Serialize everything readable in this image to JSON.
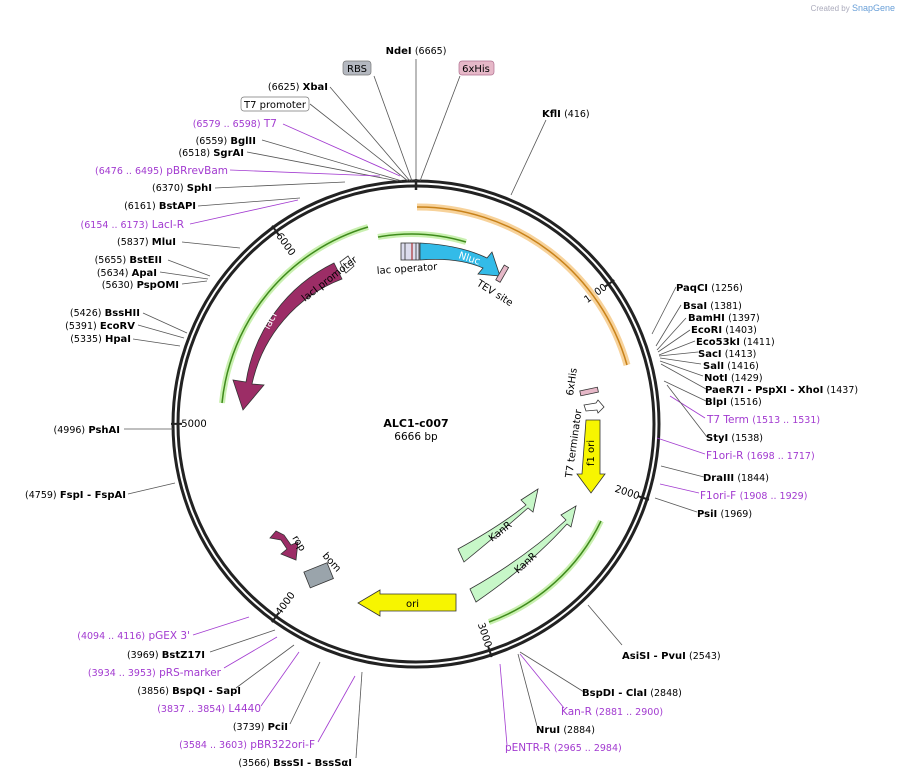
{
  "credit": {
    "prefix": "Created by",
    "brand": "SnapGene"
  },
  "plasmid": {
    "name": "ALC1-c007",
    "size": "6666 bp"
  },
  "ticks": [
    {
      "label": "1000",
      "bp": 1000
    },
    {
      "label": "2000",
      "bp": 2000
    },
    {
      "label": "3000",
      "bp": 3000
    },
    {
      "label": "4000",
      "bp": 4000
    },
    {
      "label": "5000",
      "bp": 5000
    },
    {
      "label": "6000",
      "bp": 6000
    }
  ],
  "top_tags": [
    {
      "label": "RBS",
      "color": "#b4b8c0"
    },
    {
      "label": "6xHis",
      "color": "#e6b8c8"
    },
    {
      "label": "T7 promoter",
      "color": "#ffffff"
    }
  ],
  "enzymes": [
    {
      "name": "NdeI",
      "pos": "(6665)",
      "side": "top"
    },
    {
      "name": "KflI",
      "pos": "(416)",
      "side": "right"
    },
    {
      "name": "PaqCI",
      "pos": "(1256)",
      "side": "right"
    },
    {
      "name": "BsaI",
      "pos": "(1381)",
      "side": "right"
    },
    {
      "name": "BamHI",
      "pos": "(1397)",
      "side": "right"
    },
    {
      "name": "EcoRI",
      "pos": "(1403)",
      "side": "right"
    },
    {
      "name": "Eco53kI",
      "pos": "(1411)",
      "side": "right"
    },
    {
      "name": "SacI",
      "pos": "(1413)",
      "side": "right"
    },
    {
      "name": "SalI",
      "pos": "(1416)",
      "side": "right"
    },
    {
      "name": "NotI",
      "pos": "(1429)",
      "side": "right"
    },
    {
      "name": "PaeR7I - PspXI - XhoI",
      "pos": "(1437)",
      "side": "right"
    },
    {
      "name": "BlpI",
      "pos": "(1516)",
      "side": "right"
    },
    {
      "name": "StyI",
      "pos": "(1538)",
      "side": "right"
    },
    {
      "name": "DraIII",
      "pos": "(1844)",
      "side": "right"
    },
    {
      "name": "PsiI",
      "pos": "(1969)",
      "side": "right"
    },
    {
      "name": "AsiSI - PvuI",
      "pos": "(2543)",
      "side": "right"
    },
    {
      "name": "BspDI - ClaI",
      "pos": "(2848)",
      "side": "right"
    },
    {
      "name": "NruI",
      "pos": "(2884)",
      "side": "right"
    },
    {
      "name": "XbaI",
      "pos": "(6625)",
      "side": "left"
    },
    {
      "name": "BglII",
      "pos": "(6559)",
      "side": "left"
    },
    {
      "name": "SgrAI",
      "pos": "(6518)",
      "side": "left"
    },
    {
      "name": "SphI",
      "pos": "(6370)",
      "side": "left"
    },
    {
      "name": "BstAPI",
      "pos": "(6161)",
      "side": "left"
    },
    {
      "name": "MluI",
      "pos": "(5837)",
      "side": "left"
    },
    {
      "name": "BstEII",
      "pos": "(5655)",
      "side": "left"
    },
    {
      "name": "ApaI",
      "pos": "(5634)",
      "side": "left"
    },
    {
      "name": "PspOMI",
      "pos": "(5630)",
      "side": "left"
    },
    {
      "name": "BssHII",
      "pos": "(5426)",
      "side": "left"
    },
    {
      "name": "EcoRV",
      "pos": "(5391)",
      "side": "left"
    },
    {
      "name": "HpaI",
      "pos": "(5335)",
      "side": "left"
    },
    {
      "name": "PshAI",
      "pos": "(4996)",
      "side": "left"
    },
    {
      "name": "FspI - FspAI",
      "pos": "(4759)",
      "side": "left"
    },
    {
      "name": "BstZ17I",
      "pos": "(3969)",
      "side": "left"
    },
    {
      "name": "BspQI - SapI",
      "pos": "(3856)",
      "side": "left"
    },
    {
      "name": "PciI",
      "pos": "(3739)",
      "side": "left"
    },
    {
      "name": "BssSI - BssSαI",
      "pos": "(3566)",
      "side": "left"
    }
  ],
  "primers": [
    {
      "name": "T7",
      "range": "(6579 .. 6598)"
    },
    {
      "name": "pBRrevBam",
      "range": "(6476 .. 6495)"
    },
    {
      "name": "LacI-R",
      "range": "(6154 .. 6173)"
    },
    {
      "name": "T7 Term",
      "range": "(1513 .. 1531)"
    },
    {
      "name": "F1ori-R",
      "range": "(1698 .. 1717)"
    },
    {
      "name": "F1ori-F",
      "range": "(1908 .. 1929)"
    },
    {
      "name": "Kan-R",
      "range": "(2881 .. 2900)"
    },
    {
      "name": "pENTR-R",
      "range": "(2965 .. 2984)"
    },
    {
      "name": "pGEX 3'",
      "range": "(4094 .. 4116)"
    },
    {
      "name": "pRS-marker",
      "range": "(3934 .. 3953)"
    },
    {
      "name": "L4440",
      "range": "(3837 .. 3854)"
    },
    {
      "name": "pBR322ori-F",
      "range": "(3584 .. 3603)"
    }
  ],
  "features": [
    {
      "label": "Nluc",
      "color": "#33bbe8"
    },
    {
      "label": "lac operator"
    },
    {
      "label": "TEV site"
    },
    {
      "label": "lacI",
      "color": "#9c2d66"
    },
    {
      "label": "lacI promoter"
    },
    {
      "label": "6xHis"
    },
    {
      "label": "T7 terminator"
    },
    {
      "label": "f1 ori",
      "color": "#f7f500"
    },
    {
      "label": "KanR",
      "color": "#c7f7c8"
    },
    {
      "label": "KanR",
      "color": "#c7f7c8"
    },
    {
      "label": "rop",
      "color": "#9c2d66"
    },
    {
      "label": "bom",
      "color": "#9aa4ab"
    },
    {
      "label": "ori",
      "color": "#f7f500"
    }
  ]
}
